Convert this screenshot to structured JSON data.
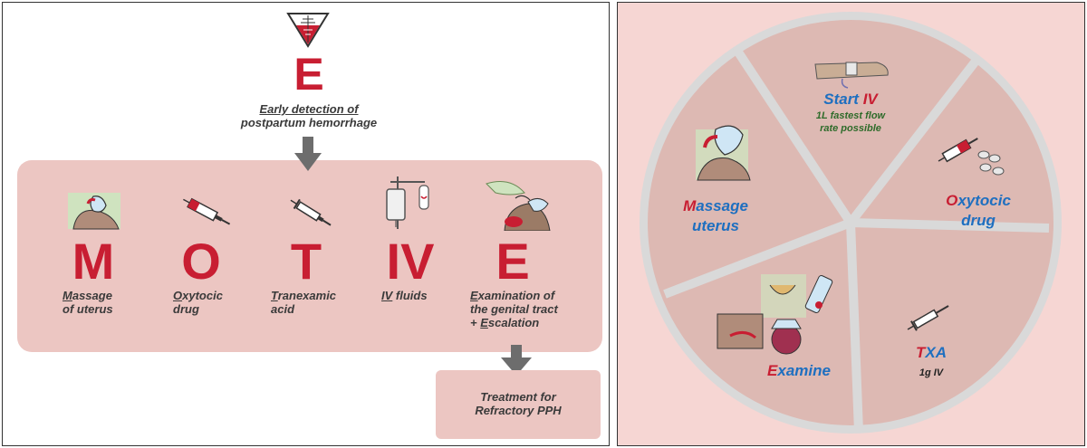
{
  "left": {
    "early": {
      "letter": "E",
      "line1": "Early detection of",
      "line2": "postpartum hemorrhage"
    },
    "motive": [
      {
        "letter": "M",
        "caption_first": "M",
        "caption_rest1": "assage",
        "caption_line2": "of uterus"
      },
      {
        "letter": "O",
        "caption_first": "O",
        "caption_rest1": "xytocic",
        "caption_line2": "drug"
      },
      {
        "letter": "T",
        "caption_first": "T",
        "caption_rest1": "ranexamic",
        "caption_line2": "acid"
      },
      {
        "letter": "IV",
        "caption_first": "IV",
        "caption_rest1": " fluids",
        "caption_line2": ""
      },
      {
        "letter": "E",
        "caption_first": "E",
        "caption_rest1": "xamination of",
        "caption_line2": "the genital tract",
        "caption_line3_pre": "+ ",
        "caption_line3_first": "E",
        "caption_line3_rest": "scalation"
      }
    ],
    "refractory": {
      "line1": "Treatment for",
      "line2": "Refractory PPH"
    }
  },
  "right": {
    "wheel": {
      "start_iv": {
        "title_a": "Start ",
        "title_b": "IV",
        "sub1": "1L fastest flow",
        "sub2": "rate possible"
      },
      "massage": {
        "first": "M",
        "rest": "assage",
        "line2": "uterus"
      },
      "oxytocic": {
        "first": "O",
        "rest": "xytocic",
        "line2": "drug"
      },
      "examine": {
        "first": "E",
        "rest": "xamine"
      },
      "txa": {
        "first": "T",
        "rest": "XA",
        "sub": "1g IV"
      }
    }
  },
  "colors": {
    "red": "#c81e32",
    "blue": "#1e6fc0",
    "green": "#2e6b2a",
    "pink_box": "#ecc6c2",
    "right_bg": "#f6d6d3",
    "slice": "#ddb9b3",
    "ring": "#d9d9d9",
    "arrow": "#6d6d6d"
  }
}
